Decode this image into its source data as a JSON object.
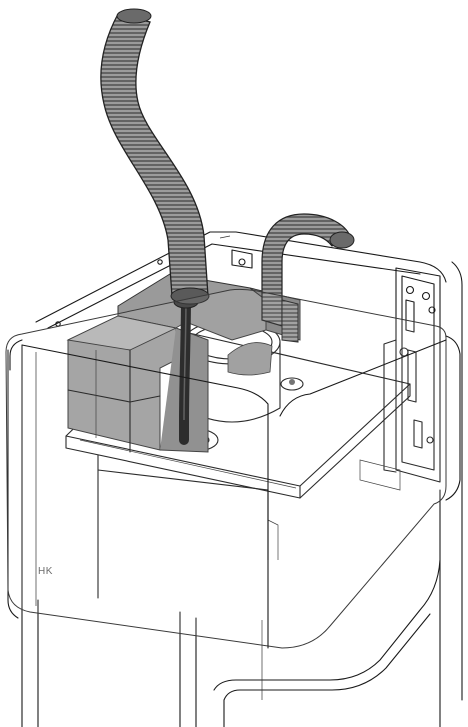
{
  "diagram": {
    "cabinet_label": "HK",
    "colors": {
      "outline": "#1a1a1a",
      "hose": "#8a8a8a",
      "hose_dark": "#5a5a5a",
      "insulation_block": "#9a9a9a",
      "insulation_shadow": "#7a7a7a",
      "cable": "#1c1c1c",
      "glass_panel": "#ffffff",
      "background": "#ffffff"
    },
    "parts": [
      "flexible-hose-left",
      "flexible-hose-right",
      "black-cable",
      "insulation-block",
      "duct-collar",
      "mounting-shelf",
      "wall-bracket",
      "cabinet-casing",
      "transparent-cover"
    ]
  }
}
